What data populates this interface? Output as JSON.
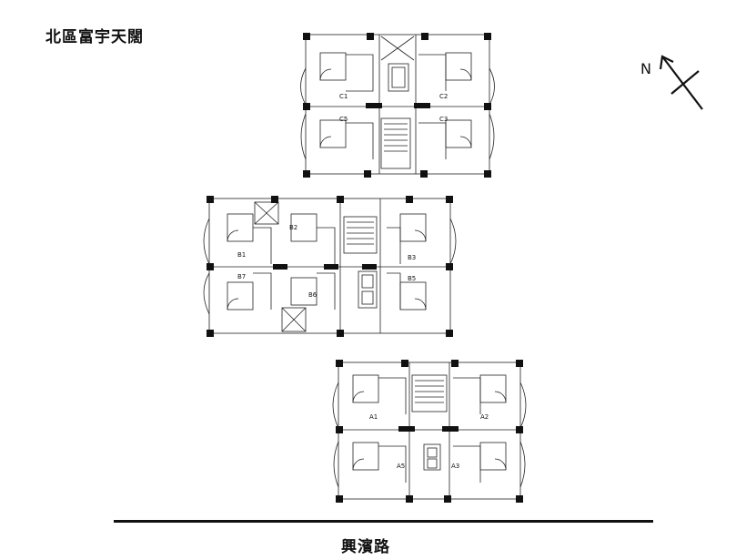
{
  "title": "北區富宇天闊",
  "road": "興濱路",
  "compass": {
    "letter": "N"
  },
  "buildings": [
    {
      "name": "north-tower",
      "units": [
        "C1",
        "C2",
        "C5",
        "C3"
      ]
    },
    {
      "name": "middle-tower",
      "units": [
        "B1",
        "B2",
        "B3",
        "B7",
        "B6",
        "B5"
      ]
    },
    {
      "name": "south-tower",
      "units": [
        "A1",
        "A2",
        "A5",
        "A3"
      ]
    }
  ]
}
